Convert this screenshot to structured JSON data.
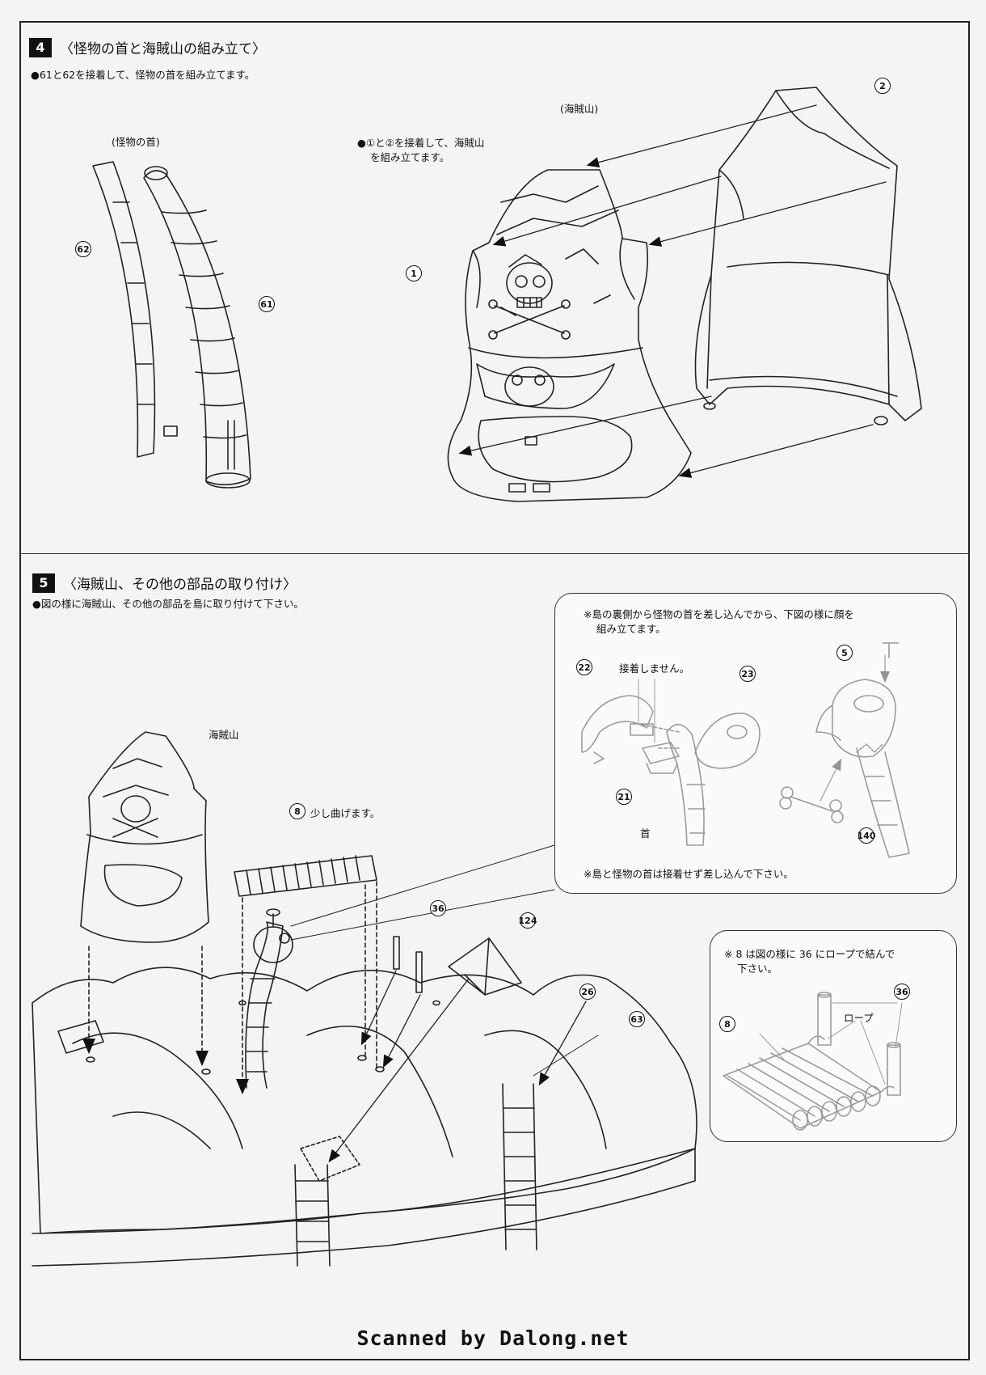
{
  "section4": {
    "num": "4",
    "title": "〈怪物の首と海賊山の組み立て〉",
    "note": "●61と62を接着して、怪物の首を組み立てます。",
    "neck_label": "(怪物の首)",
    "mountain_label": "(海賊山)",
    "mountain_note_line1": "●①と②を接着して、海賊山",
    "mountain_note_line2": "を組み立てます。",
    "parts": {
      "p62": "62",
      "p61": "61",
      "p1": "1",
      "p2": "2"
    }
  },
  "section5": {
    "num": "5",
    "title": "〈海賊山、その他の部品の取り付け〉",
    "note": "●図の様に海賊山、その他の部品を島に取り付けて下さい。",
    "mountain_label": "海賊山",
    "bend_label": "少し曲げます。",
    "parts": {
      "p8": "8",
      "p36": "36",
      "p124": "124",
      "p26": "26",
      "p63": "63"
    },
    "inset1": {
      "note_line1": "※島の裏側から怪物の首を差し込んでから、下図の様に顔を",
      "note_line2": "組み立てます。",
      "no_glue": "接着しません。",
      "neck": "首",
      "bottom_note": "※島と怪物の首は接着せず差し込んで下さい。",
      "parts": {
        "p22": "22",
        "p23": "23",
        "p21": "21",
        "p5": "5",
        "p140": "140"
      }
    },
    "inset2": {
      "note_line1": "※ 8 は図の様に 36 にロープで結んで",
      "note_line2": "下さい。",
      "rope": "ロープ",
      "parts": {
        "p8": "8",
        "p36": "36"
      }
    }
  },
  "footer": "Scanned by Dalong.net"
}
